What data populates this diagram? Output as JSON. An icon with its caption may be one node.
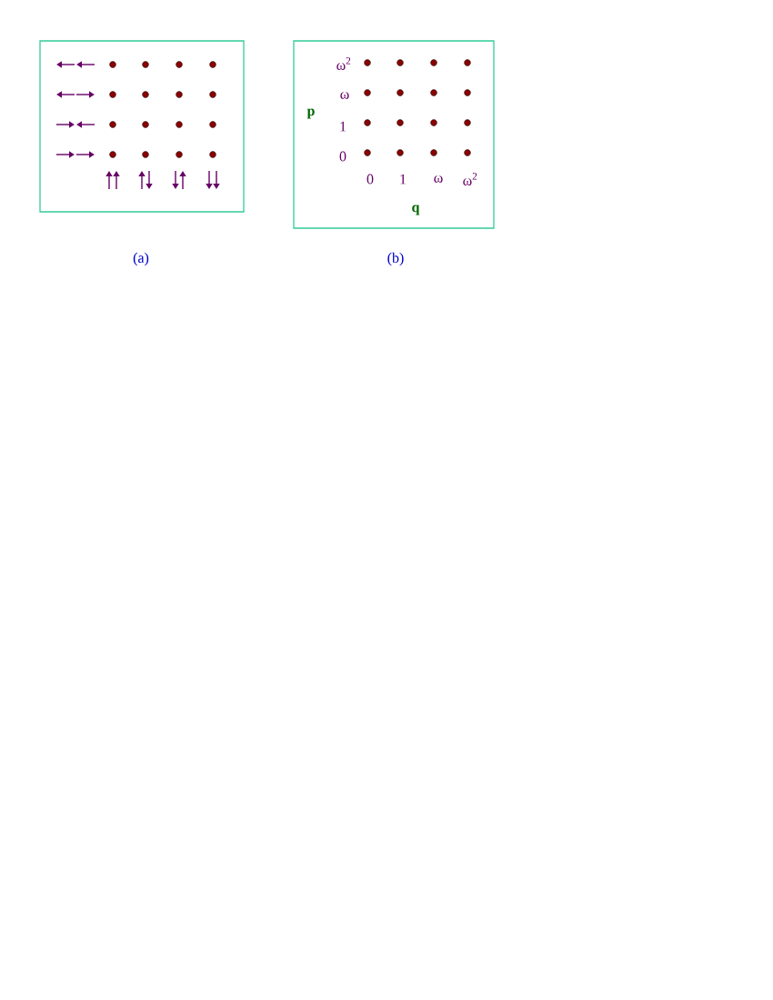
{
  "diagram": {
    "labels": [
      "ω$^{2}$",
      "ω",
      "p",
      "1",
      "0",
      "0",
      "1",
      "ω",
      "ω$^{2}$",
      "q",
      "(a)",
      "(b)"
    ]
  }
}
